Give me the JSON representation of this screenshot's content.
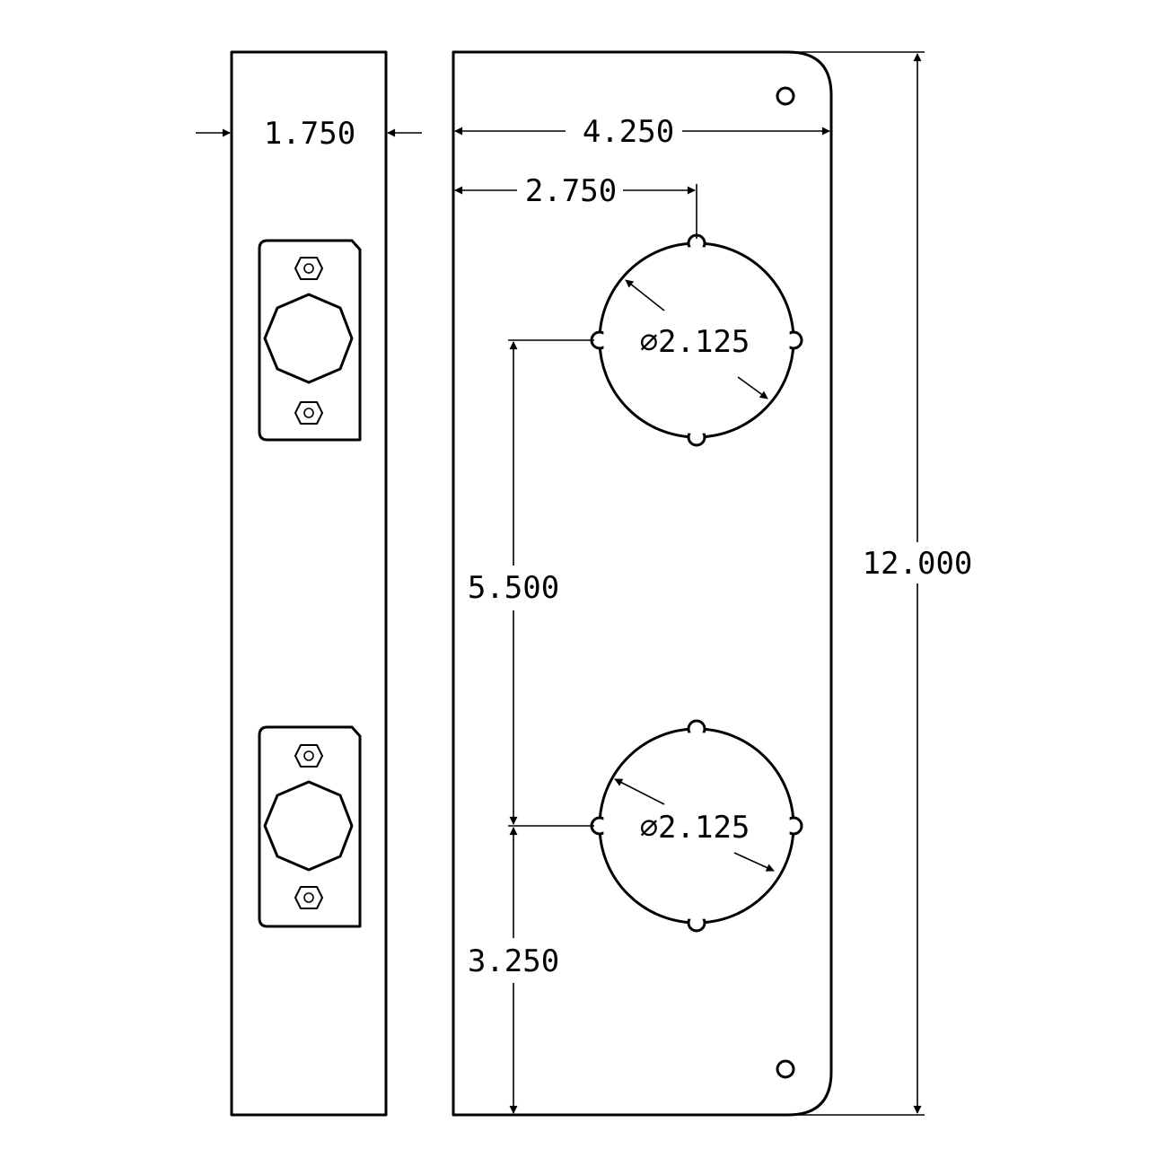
{
  "dimensions": {
    "edge_width": "1.750",
    "plate_width": "4.250",
    "backset": "2.750",
    "hole1_diameter": "∅2.125",
    "hole2_diameter": "∅2.125",
    "hole_spacing": "5.500",
    "bottom_offset": "3.250",
    "plate_height": "12.000"
  }
}
